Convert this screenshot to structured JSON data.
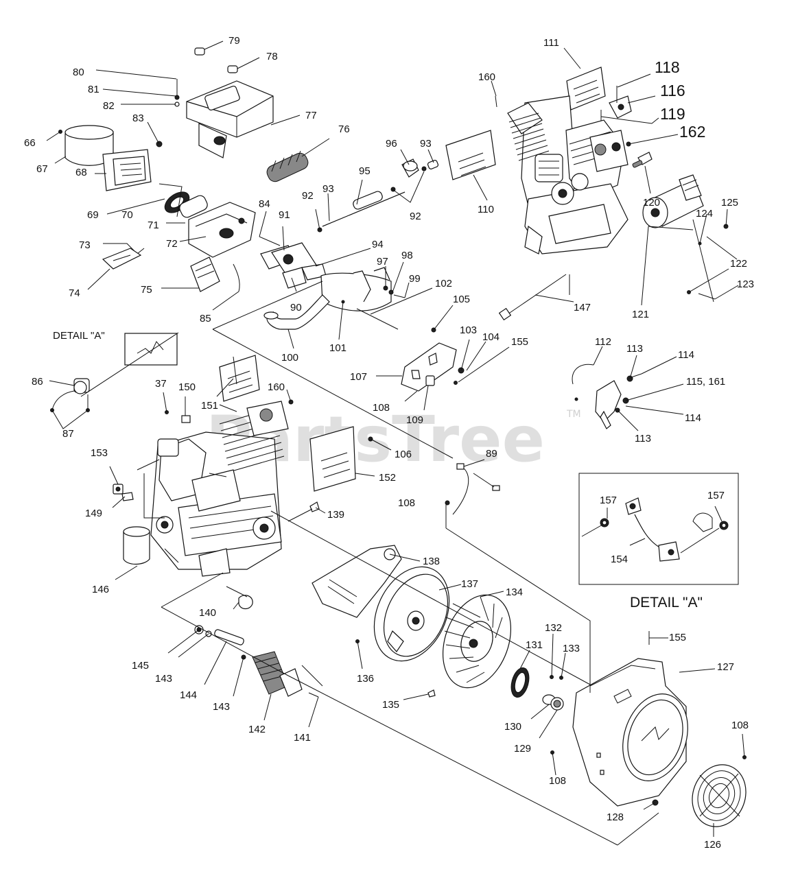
{
  "watermark": "PartsTree",
  "watermark_tm": "TM",
  "detail_a_ref": "DETAIL \"A\"",
  "detail_a_caption": "DETAIL \"A\"",
  "labels": {
    "p79": "79",
    "p78": "78",
    "p80": "80",
    "p81": "81",
    "p82": "82",
    "p77": "77",
    "p83": "83",
    "p66": "66",
    "p76": "76",
    "p67": "67",
    "p68": "68",
    "p69": "69",
    "p70": "70",
    "p71": "71",
    "p72": "72",
    "p73": "73",
    "p74": "74",
    "p75": "75",
    "p84": "84",
    "p85": "85",
    "p91": "91",
    "p90": "90",
    "p92a": "92",
    "p93a": "93",
    "p95": "95",
    "p96": "96",
    "p93b": "93",
    "p92b": "92",
    "p94": "94",
    "p97": "97",
    "p98": "98",
    "p99": "99",
    "p102": "102",
    "p105": "105",
    "p101": "101",
    "p100": "100",
    "p103": "103",
    "p104": "104",
    "p155a": "155",
    "p107": "107",
    "p108a": "108",
    "p109": "109",
    "p110": "110",
    "p111": "111",
    "p160a": "160",
    "p118": "118",
    "p116": "116",
    "p119": "119",
    "p162": "162",
    "p120": "120",
    "p124": "124",
    "p125": "125",
    "p122": "122",
    "p123": "123",
    "p121": "121",
    "p147": "147",
    "p112": "112",
    "p113a": "113",
    "p114a": "114",
    "p115": "115, 161",
    "p114b": "114",
    "p113b": "113",
    "p86": "86",
    "p87": "87",
    "p37": "37",
    "p150": "150",
    "p151": "151",
    "p160b": "160",
    "p106": "106",
    "p152": "152",
    "p89": "89",
    "p153": "153",
    "p149": "149",
    "p108b": "108",
    "p139": "139",
    "p146": "146",
    "p138": "138",
    "p137": "137",
    "p134": "134",
    "p140": "140",
    "p132": "132",
    "p131": "131",
    "p133": "133",
    "p145": "145",
    "p143a": "143",
    "p144": "144",
    "p143b": "143",
    "p142": "142",
    "p141": "141",
    "p136": "136",
    "p135": "135",
    "p130": "130",
    "p129": "129",
    "p155b": "155",
    "p127": "127",
    "p108c": "108",
    "p108d": "108",
    "p128": "128",
    "p126": "126",
    "p157a": "157",
    "p157b": "157",
    "p154": "154"
  }
}
